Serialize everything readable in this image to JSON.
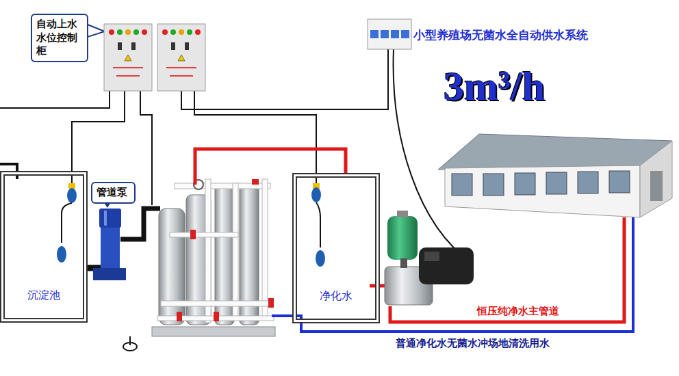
{
  "diagram": {
    "title": "小型养殖场无菌水全自动供水系统",
    "nodes": [
      {
        "text": [
          "自动上水 水位控制 柜"
        ]
      },
      {
        "text": [
          "沉淀池"
        ]
      },
      {
        "text": [
          "管道泵"
        ]
      },
      {
        "text": [
          "净化水"
        ]
      }
    ],
    "labels": [
      "3m³/h",
      "恒压纯净水主管道",
      "普通净化水无菌水冲场地清洗用水"
    ]
  }
}
